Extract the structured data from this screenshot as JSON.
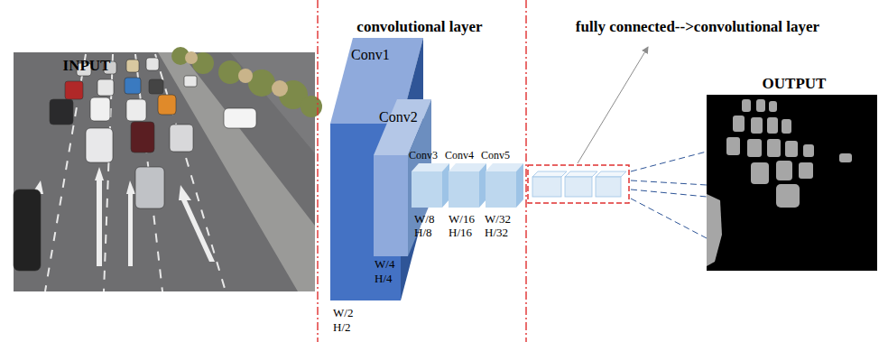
{
  "diagram": {
    "nodes": [
      {
        "text": [
          "Conv1"
        ]
      },
      {
        "text": [
          "Conv2"
        ]
      },
      {
        "text": [
          "Conv3"
        ]
      },
      {
        "text": [
          "Conv4"
        ]
      },
      {
        "text": [
          "Conv5"
        ]
      }
    ],
    "labels": [
      "INPUT",
      "convolutional layer",
      "fully connected-->convolutional layer",
      "OUTPUT",
      "W/2",
      "H/2",
      "W/4",
      "H/4",
      "W/8",
      "H/8",
      "W/16",
      "H/16",
      "W/32",
      "H/32"
    ]
  }
}
